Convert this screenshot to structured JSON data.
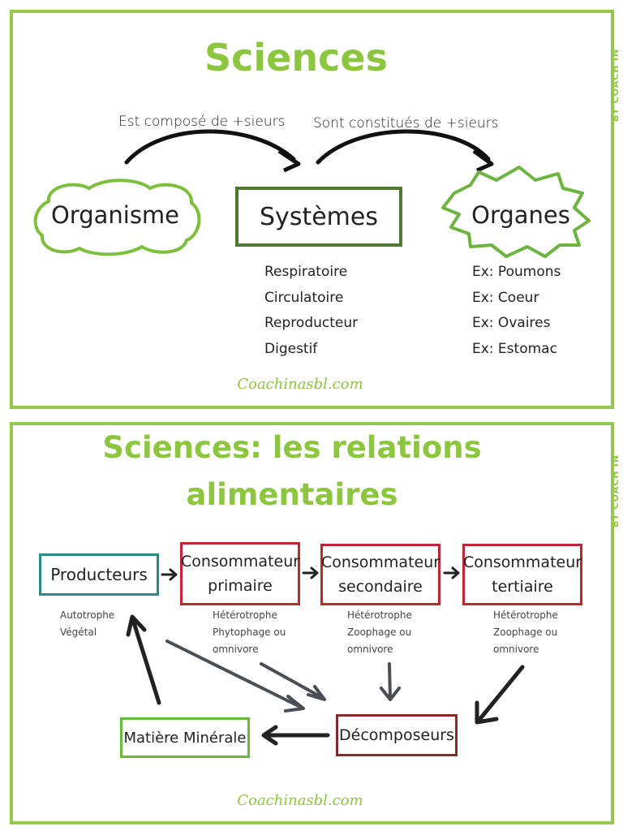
{
  "panel1": {
    "title": "Sciences",
    "byline": "BY COACH'IN",
    "arrow1_label": "Est composé de +sieurs",
    "arrow2_label": "Sont constitués de +sieurs",
    "node_organisme": "Organisme",
    "node_systemes": "Systèmes",
    "node_organes": "Organes",
    "systemes_list": [
      "Respiratoire",
      "Circulatoire",
      "Reproducteur",
      "Digestif"
    ],
    "organes_list": [
      "Ex: Poumons",
      "Ex: Coeur",
      "Ex: Ovaires",
      "Ex: Estomac"
    ],
    "footer": "Coachinasbl.com"
  },
  "panel2": {
    "title_line1": "Sciences: les relations",
    "title_line2": "alimentaires",
    "byline": "BY COACH'IN",
    "producteurs": {
      "label": "Producteurs",
      "desc": [
        "Autotrophe",
        "Végétal"
      ]
    },
    "primaire": {
      "label_line1": "Consommateur",
      "label_line2": "primaire",
      "desc": [
        "Hétérotrophe",
        "Phytophage ou",
        "omnivore"
      ]
    },
    "secondaire": {
      "label_line1": "Consommateur",
      "label_line2": "secondaire",
      "desc": [
        "Hétérotrophe",
        "Zoophage ou",
        "omnivore"
      ]
    },
    "tertiaire": {
      "label_line1": "Consommateur",
      "label_line2": "tertiaire",
      "desc": [
        "Hétérotrophe",
        "Zoophage ou",
        "omnivore"
      ]
    },
    "decomposeurs": "Décomposeurs",
    "matiere": "Matière Minérale",
    "footer": "Coachinasbl.com"
  },
  "colors": {
    "green_border": "#93c84a",
    "title_green": "#8cc63f",
    "systemes_box": "#4d7a2e",
    "cloud_outline": "#7cbf3a",
    "teal_box": "#2f8a86",
    "red_box": "#c0262d",
    "decomp_box": "#8a2a2a",
    "mineral_box": "#6aba3a"
  }
}
